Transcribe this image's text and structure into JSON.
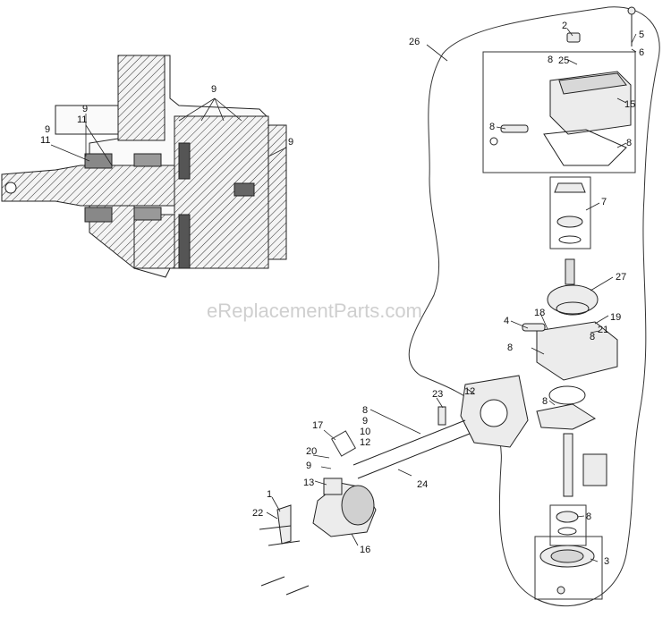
{
  "watermark": "eReplacementParts.com",
  "callouts": [
    "26",
    "2",
    "5",
    "6",
    "8",
    "25",
    "15",
    "8",
    "8",
    "7",
    "27",
    "4",
    "18",
    "19",
    "21",
    "8",
    "8",
    "23",
    "12",
    "8",
    "8",
    "9",
    "10",
    "12",
    "17",
    "20",
    "9",
    "13",
    "24",
    "1",
    "22",
    "16",
    "8",
    "3",
    "9",
    "11",
    "9",
    "11",
    "9",
    "9"
  ]
}
